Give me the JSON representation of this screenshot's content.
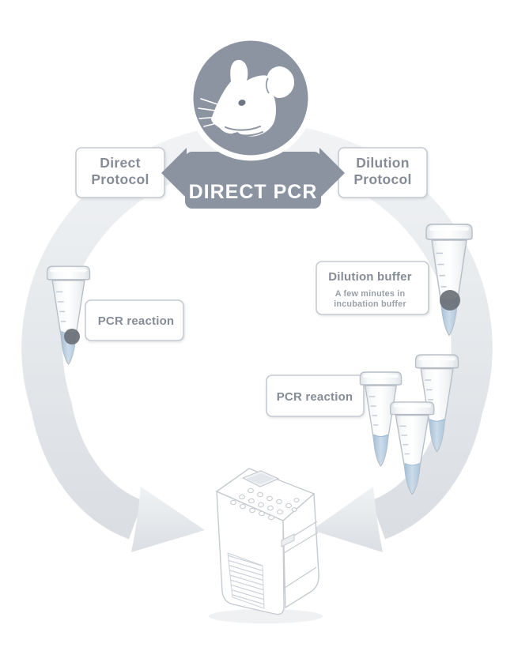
{
  "diagram": {
    "title": "Direct PCR workflow cycle",
    "center": {
      "icon": "mouse-icon",
      "banner_label": "DIRECT PCR"
    },
    "left_branch": {
      "protocol_line1": "Direct",
      "protocol_line2": "Protocol",
      "step_pcr_label": "PCR reaction"
    },
    "right_branch": {
      "protocol_line1": "Dilution",
      "protocol_line2": "Protocol",
      "dilution_title": "Dilution buffer",
      "dilution_note_line1": "A few minutes in",
      "dilution_note_line2": "incubation buffer",
      "step_pcr_label": "PCR reaction"
    },
    "icons": {
      "center": "mouse-icon",
      "sample_tubes": "microcentrifuge-tube-icon",
      "machine": "thermal-cycler-icon",
      "cycle": "curved-arrow-icon"
    },
    "colors": {
      "accent_gray": "#8b93a1",
      "ring_gray": "#e3e7ea",
      "label_border": "#c6cbd1",
      "label_text": "#858c96",
      "liquid_blue": "#b7cfe2",
      "tissue_dot": "#6a7077",
      "background": "#ffffff"
    }
  }
}
